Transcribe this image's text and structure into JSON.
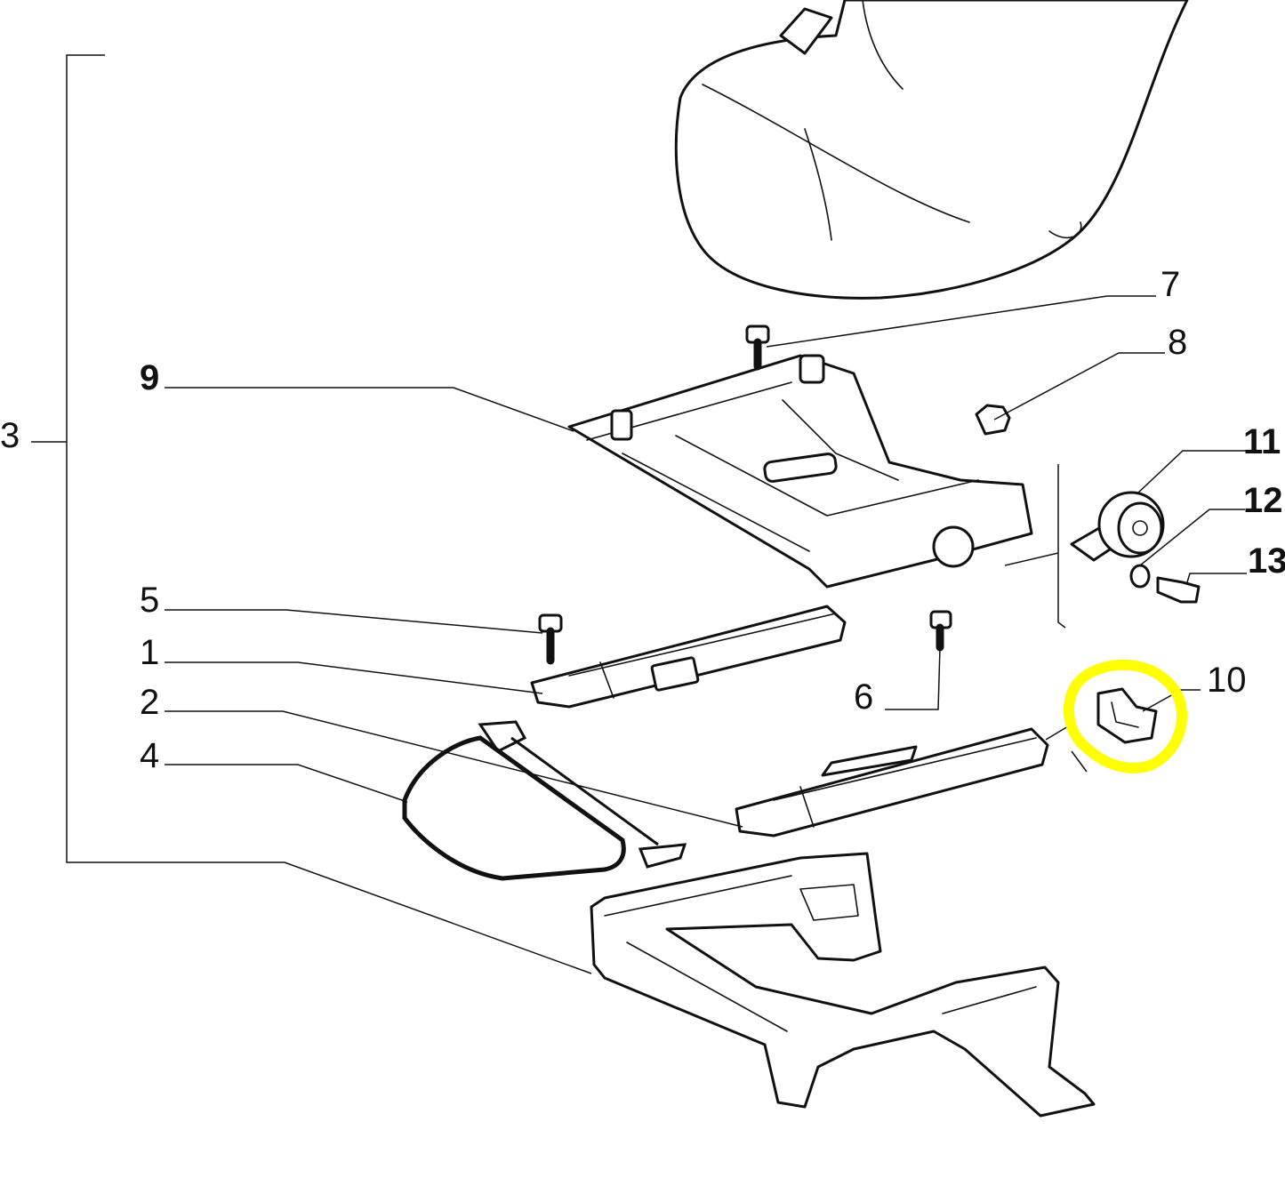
{
  "callouts": {
    "c1": "1",
    "c2": "2",
    "c3": "3",
    "c4": "4",
    "c5": "5",
    "c6": "6",
    "c7": "7",
    "c8": "8",
    "c9": "9",
    "c10": "10",
    "c11": "11",
    "c12": "12",
    "c13": "13"
  },
  "colors": {
    "highlight": "#ffff00",
    "line": "#111111",
    "background": "#ffffff"
  }
}
